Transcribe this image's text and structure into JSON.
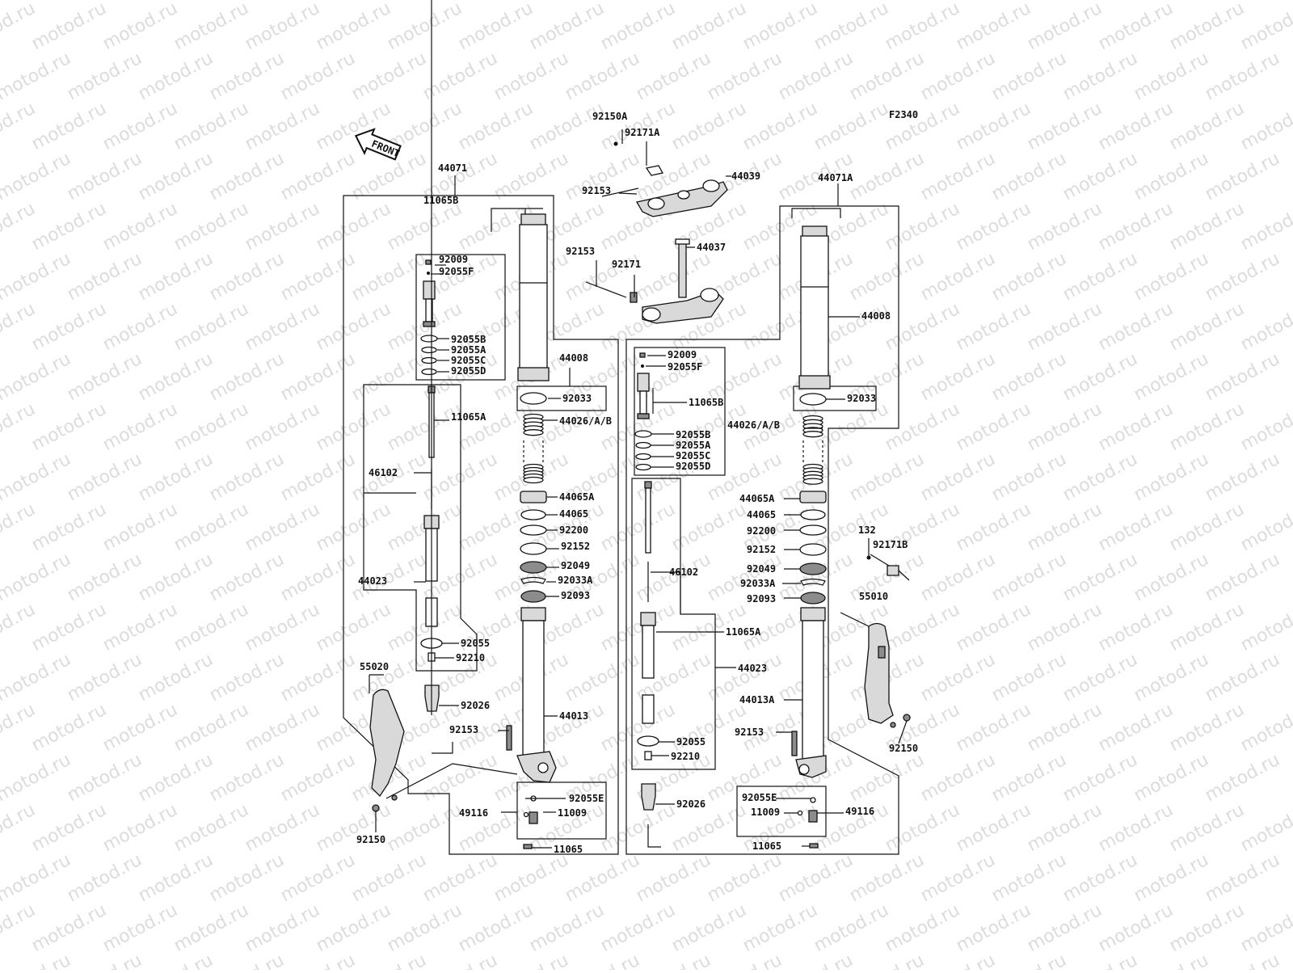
{
  "diagram": {
    "code": "F2340",
    "front_label": "FRONT",
    "watermark": "motod.ru",
    "parts": {
      "p44071": "44071",
      "p44071A": "44071A",
      "p92150A": "92150A",
      "p92171A": "92171A",
      "p44039": "44039",
      "p92153_top": "92153",
      "p44037": "44037",
      "p92153_mid": "92153",
      "p92171": "92171",
      "L_11065B": "11065B",
      "L_92009": "92009",
      "L_92055F": "92055F",
      "L_92055B": "92055B",
      "L_92055A": "92055A",
      "L_92055C": "92055C",
      "L_92055D": "92055D",
      "L_11065A": "11065A",
      "L_46102": "46102",
      "L_44023": "44023",
      "L_92055": "92055",
      "L_92210": "92210",
      "L_92026": "92026",
      "L_55020": "55020",
      "L_92153": "92153",
      "L_92150": "92150",
      "L_49116": "49116",
      "L_11009": "11009",
      "L_92055E": "92055E",
      "L_11065": "11065",
      "L_44008": "44008",
      "L_92033": "92033",
      "L_44026": "44026/A/B",
      "L_44065A": "44065A",
      "L_44065": "44065",
      "L_92200": "92200",
      "L_92152": "92152",
      "L_92049": "92049",
      "L_92033A": "92033A",
      "L_92093": "92093",
      "L_44013": "44013",
      "R_44008": "44008",
      "R_92033": "92033",
      "R_44026": "44026/A/B",
      "R_92009": "92009",
      "R_92055F": "92055F",
      "R_11065B": "11065B",
      "R_92055B": "92055B",
      "R_92055A": "92055A",
      "R_92055C": "92055C",
      "R_92055D": "92055D",
      "R_44065A": "44065A",
      "R_44065": "44065",
      "R_92200": "92200",
      "R_92152": "92152",
      "R_92049": "92049",
      "R_92033A": "92033A",
      "R_92093": "92093",
      "R_46102": "46102",
      "R_11065A": "11065A",
      "R_44023": "44023",
      "R_44013A": "44013A",
      "R_92153": "92153",
      "R_92055": "92055",
      "R_92210": "92210",
      "R_92026": "92026",
      "R_92055E": "92055E",
      "R_11009": "11009",
      "R_49116": "49116",
      "R_11065": "11065",
      "R_132": "132",
      "R_92171B": "92171B",
      "R_55010": "55010",
      "R_92150": "92150"
    }
  }
}
